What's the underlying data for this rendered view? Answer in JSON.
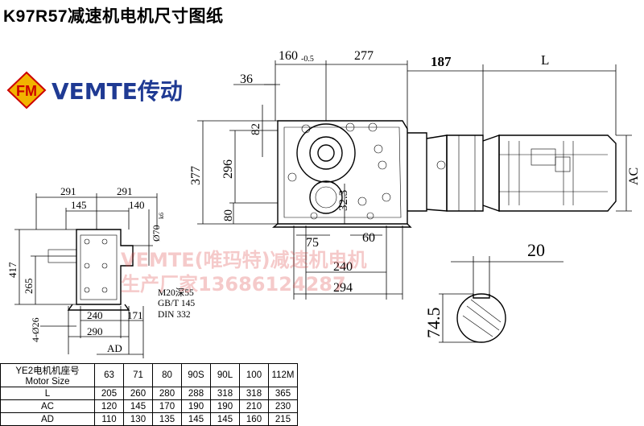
{
  "title": "K97R57减速机电机尺寸图纸",
  "brand": {
    "name": "VEMTE传动",
    "logo_text": "FM"
  },
  "watermark": [
    "VEMTE(唯玛特)减速机电机",
    "生产厂家13686124287"
  ],
  "dimensions": {
    "top": [
      "160",
      "-0.5",
      "277",
      "187",
      "L"
    ],
    "left_side": [
      "36",
      "82",
      "377",
      "296",
      "80",
      "32.3"
    ],
    "bottom_main": [
      "75",
      "60",
      "240",
      "294"
    ],
    "right": [
      "AC"
    ],
    "keyway": [
      "20",
      "74.5"
    ],
    "side_view_top": [
      "291",
      "291",
      "145",
      "140"
    ],
    "side_view_left": [
      "417",
      "265",
      "4-Ø26"
    ],
    "side_view_right": [
      "Ø70",
      "k6"
    ],
    "side_view_bottom": [
      "240",
      "171",
      "290",
      "AD"
    ],
    "thread_note": [
      "M20深55",
      "GB/T 145",
      "DIN 332"
    ]
  },
  "table": {
    "header_label": "YE2电机机座号",
    "header_label_en": "Motor Size",
    "columns": [
      "63",
      "71",
      "80",
      "90S",
      "90L",
      "100",
      "112M"
    ],
    "rows": [
      {
        "label": "L",
        "values": [
          "205",
          "260",
          "280",
          "288",
          "318",
          "318",
          "365"
        ]
      },
      {
        "label": "AC",
        "values": [
          "120",
          "145",
          "170",
          "190",
          "190",
          "210",
          "230"
        ]
      },
      {
        "label": "AD",
        "values": [
          "110",
          "130",
          "135",
          "145",
          "145",
          "160",
          "215"
        ]
      }
    ]
  }
}
